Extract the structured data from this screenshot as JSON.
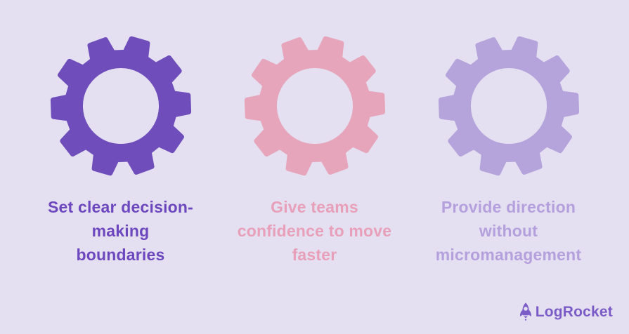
{
  "colors": {
    "background": "#E5E0F1",
    "logo": "#7B5CC7"
  },
  "cards": [
    {
      "icon": "gear-icon",
      "gear_color": "#6F4EBB",
      "text_color": "#6C47BD",
      "text": "Set clear decision-making boundaries",
      "lines": [
        "Set clear decision-",
        "making",
        "boundaries"
      ]
    },
    {
      "icon": "gear-icon",
      "gear_color": "#E6A5BB",
      "text_color": "#E89FB9",
      "text": "Give teams confidence to move faster",
      "lines": [
        "Give teams",
        "confidence to move",
        "faster"
      ]
    },
    {
      "icon": "gear-icon",
      "gear_color": "#B4A4DB",
      "text_color": "#B3A0DD",
      "text": "Provide direction without micromanagement",
      "lines": [
        "Provide direction",
        "without",
        "micromanagement"
      ]
    }
  ],
  "footer": {
    "brand": "LogRocket",
    "icon": "rocket-icon"
  }
}
